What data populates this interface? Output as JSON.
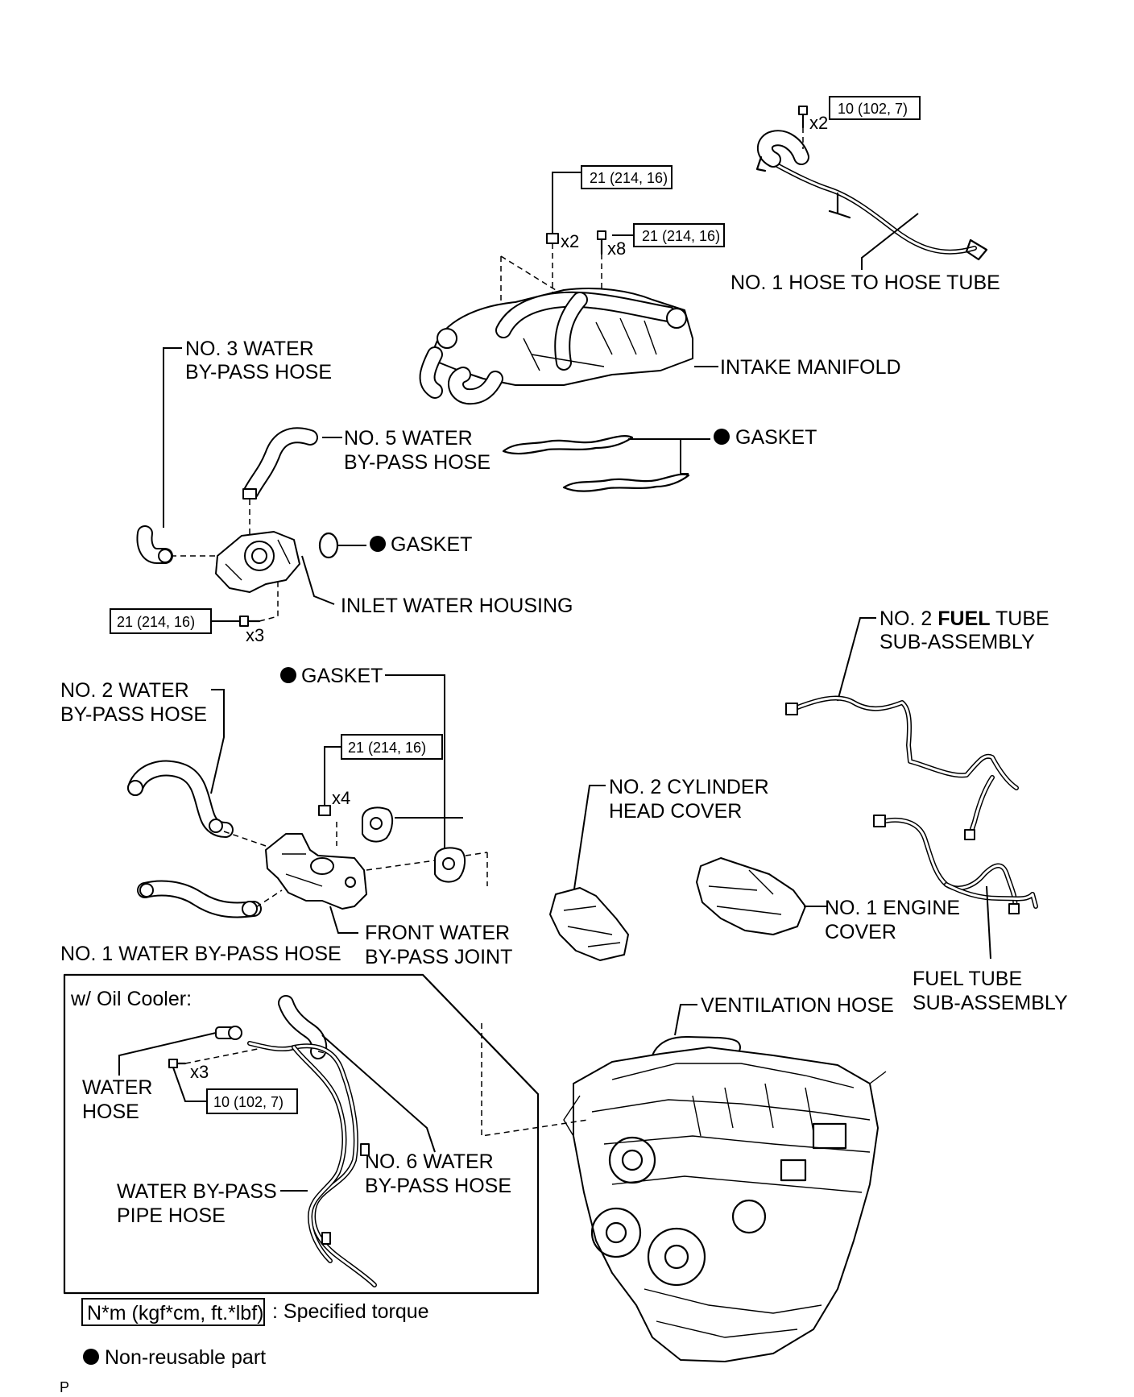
{
  "torques": {
    "t_hose_tube": "10 (102, 7)",
    "t_manifold_nut": "21 (214, 16)",
    "t_manifold_bolt": "21 (214, 16)",
    "t_inlet_housing": "21 (214, 16)",
    "t_front_joint": "21 (214, 16)",
    "t_oil_cooler": "10 (102, 7)"
  },
  "quantities": {
    "q_hose_tube": "x2",
    "q_manifold_nut": "x2",
    "q_manifold_bolt": "x8",
    "q_inlet_housing": "x3",
    "q_front_joint": "x4",
    "q_oil_cooler": "x3"
  },
  "labels": {
    "no1_hose_to_hose_tube": "NO. 1 HOSE TO HOSE TUBE",
    "intake_manifold": "INTAKE MANIFOLD",
    "no3_water_bypass_1": "NO. 3 WATER",
    "no3_water_bypass_2": "BY-PASS HOSE",
    "no5_water_bypass_1": "NO. 5 WATER",
    "no5_water_bypass_2": "BY-PASS HOSE",
    "gasket_manifold": "GASKET",
    "gasket_inlet": "GASKET",
    "inlet_water_housing": "INLET WATER HOUSING",
    "no2_fuel_tube_1a": "NO. 2 ",
    "no2_fuel_tube_1b": "FUEL",
    "no2_fuel_tube_1c": " TUBE",
    "no2_fuel_tube_2": "SUB-ASSEMBLY",
    "gasket_front": "GASKET",
    "no2_water_bypass_1": "NO. 2 WATER",
    "no2_water_bypass_2": "BY-PASS HOSE",
    "no2_cylinder_head_cover_1": "NO. 2 CYLINDER",
    "no2_cylinder_head_cover_2": "HEAD COVER",
    "no1_engine_cover_1": "NO. 1 ENGINE",
    "no1_engine_cover_2": "COVER",
    "no1_water_bypass": "NO. 1 WATER BY-PASS HOSE",
    "front_water_bypass_joint_1": "FRONT WATER",
    "front_water_bypass_joint_2": "BY-PASS JOINT",
    "fuel_tube_sub_assembly_1": "FUEL TUBE",
    "fuel_tube_sub_assembly_2": "SUB-ASSEMBLY",
    "ventilation_hose": "VENTILATION HOSE",
    "oil_cooler_title": "w/ Oil Cooler:",
    "water_hose_1": "WATER",
    "water_hose_2": "HOSE",
    "no6_water_bypass_1": "NO. 6 WATER",
    "no6_water_bypass_2": "BY-PASS HOSE",
    "water_bypass_pipe_hose_1": "WATER BY-PASS",
    "water_bypass_pipe_hose_2": "PIPE HOSE"
  },
  "legend": {
    "torque_unit_box": "N*m (kgf*cm, ft.*lbf)",
    "torque_desc": ": Specified torque",
    "nonreusable_desc": "Non-reusable part"
  },
  "footer": {
    "page_mark": "P"
  }
}
